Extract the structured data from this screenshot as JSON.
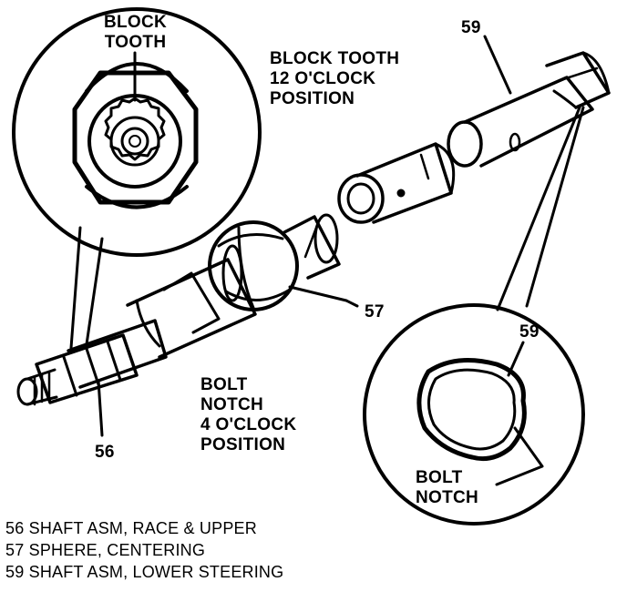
{
  "callouts": {
    "block_tooth_inset": [
      "BLOCK",
      "TOOTH"
    ],
    "block_tooth_position": [
      "BLOCK TOOTH",
      "12 O'CLOCK",
      "POSITION"
    ],
    "bolt_notch_position": [
      "BOLT",
      "NOTCH",
      "4 O'CLOCK",
      "POSITION"
    ],
    "bolt_notch_inset": [
      "BOLT",
      "NOTCH"
    ],
    "ref_59_top": "59",
    "ref_59_inset": "59",
    "ref_57": "57",
    "ref_56": "56"
  },
  "legend": [
    "56 SHAFT ASM, RACE & UPPER",
    "57 SPHERE, CENTERING",
    "59 SHAFT ASM, LOWER STEERING"
  ]
}
